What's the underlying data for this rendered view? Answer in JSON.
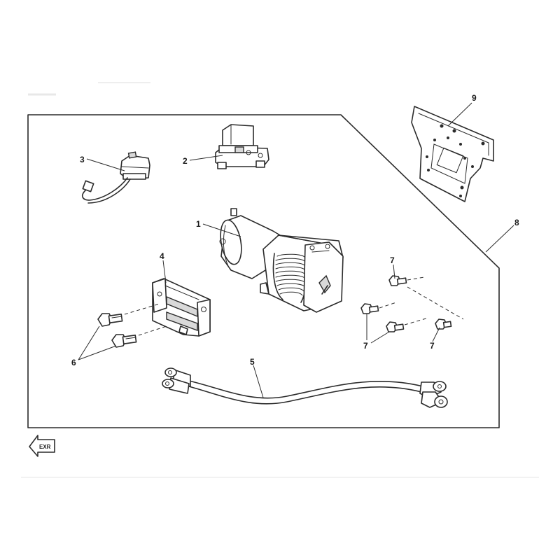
{
  "callouts": {
    "winch": "1",
    "relay": "2",
    "switch": "3",
    "fairlead": "4",
    "cable": "5",
    "fairlead_bolts": "6",
    "mount_bolts": "7",
    "assembly": "8",
    "mount_plate": "9"
  },
  "badge": {
    "label": "EXR",
    "icon": "arrow-icon"
  }
}
